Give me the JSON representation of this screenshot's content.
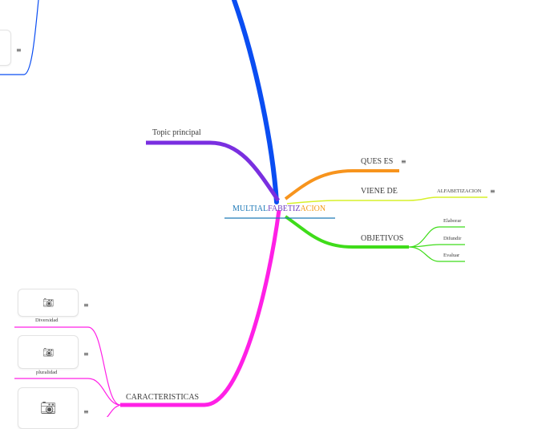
{
  "central_topic": {
    "parts": [
      {
        "text": "MULTIAL",
        "color": "#1f7ab8"
      },
      {
        "text": "FABETIZ",
        "color": "#6f3dbd"
      },
      {
        "text": "ACION",
        "color": "#f39a14"
      }
    ]
  },
  "branches": {
    "topic_principal": {
      "label": "Topic principal",
      "color": "#7a2fe0"
    },
    "ques_es": {
      "label": "QUES ES",
      "color": "#f7941d"
    },
    "viene_de": {
      "label": "VIENE DE",
      "color": "#d7f02a"
    },
    "alfabetizacion": {
      "label": "ALFABETIZACION"
    },
    "objetivos": {
      "label": "OBJETIVOS",
      "color": "#3fdc1a"
    },
    "caracteristicas": {
      "label": "CARACTERISTICAS",
      "color": "#ff20e6"
    },
    "top_branch": {
      "color": "#0a4df2"
    }
  },
  "objetivos_items": [
    "Elaborar",
    "Difundir",
    "Evaluar"
  ],
  "caracteristicas_items": [
    "Diversidad",
    "pluralidad"
  ],
  "note_icon": "≡",
  "camera_icon": "camera-icon"
}
